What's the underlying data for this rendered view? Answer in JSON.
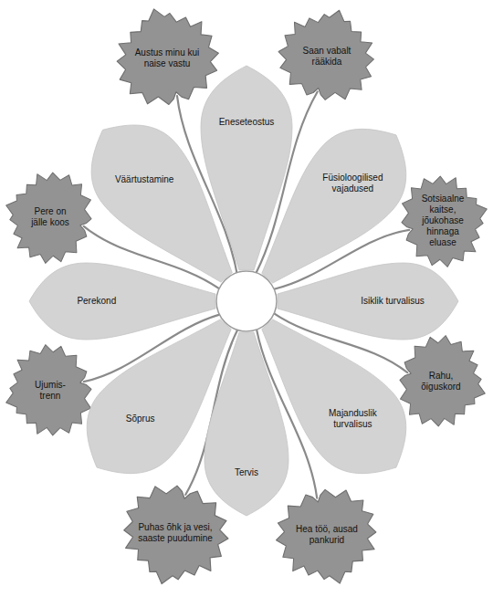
{
  "diagram": {
    "nodes": [
      {
        "text": [
          "Austus minu kui naise vastu"
        ]
      },
      {
        "text": [
          "Saan vabalt rääkida"
        ]
      },
      {
        "text": [
          "Eneseteostus"
        ]
      },
      {
        "text": [
          "Väärtustamine"
        ]
      },
      {
        "text": [
          "Füsioloogilised vajadused"
        ]
      },
      {
        "text": [
          "Pere on jälle koos"
        ]
      },
      {
        "text": [
          "Sotsiaalne kaitse, jõukohase hinnaga eluase"
        ]
      },
      {
        "text": [
          "Perekond"
        ]
      },
      {
        "text": [
          "Isiklik turvalisus"
        ]
      },
      {
        "text": [
          "Ujumis- trenn"
        ]
      },
      {
        "text": [
          "Rahu, õiguskord"
        ]
      },
      {
        "text": [
          "Sõprus"
        ]
      },
      {
        "text": [
          "Majanduslik turvalisus"
        ]
      },
      {
        "text": [
          "Tervis"
        ]
      },
      {
        "text": [
          "Puhas õhk ja vesi, saaste puudumine"
        ]
      },
      {
        "text": [
          "Hea töö, ausad pankurid"
        ]
      }
    ]
  }
}
